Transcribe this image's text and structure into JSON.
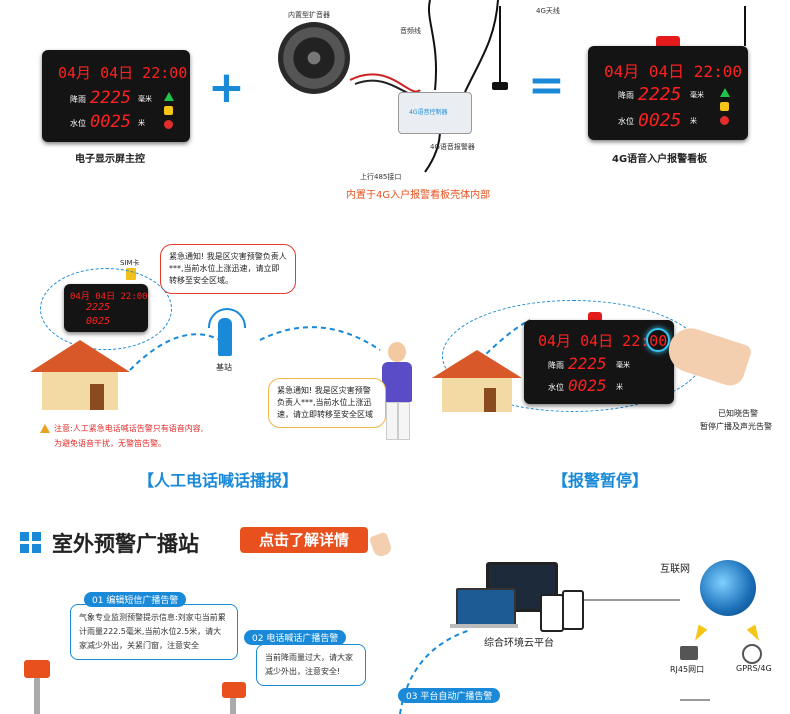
{
  "top_left_board": {
    "date_row": "04月 04日 22:00",
    "rain_label": "降雨",
    "rain_value": "2225",
    "rain_unit": "毫米",
    "water_label": "水位",
    "water_value": "0025",
    "water_unit": "米"
  },
  "top_left_caption": "电子显示屏主控",
  "plus_symbol": "+",
  "equals_symbol": "=",
  "speaker_label": "内置型扩音器",
  "audio_line_label": "音频线",
  "antenna_label": "4G天线",
  "controller_label": "4G语音控制器",
  "controller_caption": "4G语音报警器",
  "port_label": "上行485接口",
  "inner_note": "内置于4G入户报警看板壳体内部",
  "top_right_board": {
    "date_row": "04月 04日 22:00",
    "rain_label": "降雨",
    "rain_value": "2225",
    "rain_unit": "毫米",
    "water_label": "水位",
    "water_value": "0025",
    "water_unit": "米"
  },
  "top_right_caption": "4G语音入户报警看板",
  "sim_label": "SIM卡",
  "sms_bubble": "紧急通知! 我是区灾害预警负责人***,当前水位上涨迅速，请立即转移至安全区域。",
  "station_label": "基站",
  "call_bubble": "紧急通知! 我是区灾害预警负责人***,当前水位上涨迅速，请立即转移至安全区域",
  "warning_note_1": "注意:人工紧急电话喊话告警只有语音内容,",
  "warning_note_2": "为避免语音干扰，无警笛告警。",
  "middle_board_small": {
    "date_row": "04月 04日 22:00",
    "rain_value": "2225",
    "water_value": "0025"
  },
  "middle_board_large": {
    "date_row": "04月 04日 22:00",
    "rain_label": "降雨",
    "rain_value": "2225",
    "rain_unit": "毫米",
    "water_label": "水位",
    "water_value": "0025",
    "water_unit": "米"
  },
  "ack_caption_1": "已知晓告警",
  "ack_caption_2": "暂停广播及声光告警",
  "section_left_title": "【人工电话喊话播报】",
  "section_right_title": "【报警暂停】",
  "outdoor_title": "室外预警广播站",
  "details_button": "点击了解详情",
  "step1_title": "01 编辑短信广播告警",
  "step1_text": "气象专业监测预警提示信息:刘家屯当前累计雨量222.5毫米,当前水位2.5米，请大家减少外出，关紧门窗，注意安全",
  "step2_title": "02 电话喊话广播告警",
  "step2_text": "当前降雨量过大，请大家减少外出，注意安全!",
  "step3_title": "03 平台自动广播告警",
  "internet_label": "互联网",
  "cloud_platform_label": "综合环境云平台",
  "rj45_label": "RJ45网口",
  "gprs_label": "GPRS/4G",
  "colors": {
    "accent_blue": "#1a8ad8",
    "led_red": "#ff2020",
    "accent_orange": "#e8501e"
  }
}
